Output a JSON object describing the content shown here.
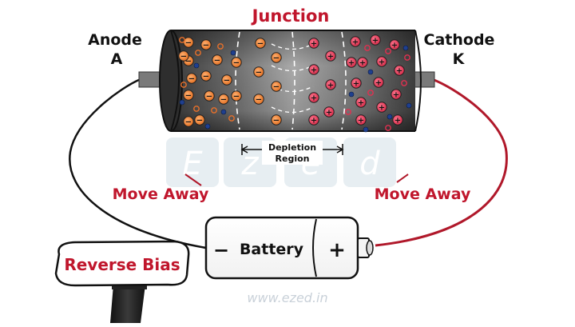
{
  "title": "Junction",
  "anode": {
    "name": "Anode",
    "letter": "A"
  },
  "cathode": {
    "name": "Cathode",
    "letter": "K"
  },
  "depletion_label": [
    "Depletion",
    "Region"
  ],
  "move_away_left": "Move Away",
  "move_away_right": "Move Away",
  "battery": {
    "label": "Battery",
    "minus": "−",
    "plus": "+"
  },
  "mode_label": "Reverse Bias",
  "watermark": {
    "logo_letters": [
      "E",
      "z",
      "e",
      "d"
    ],
    "url": "www.ezed.in"
  },
  "carriers": {
    "electron_symbol": "−",
    "hole_symbol": "+"
  },
  "colors": {
    "title": "#c0162c",
    "red_wire": "#b0182a",
    "black_wire": "#111111",
    "electron": "#e8702a",
    "hole": "#e03050",
    "minority_blue": "#1f3f8f",
    "label_red": "#c0162c"
  }
}
